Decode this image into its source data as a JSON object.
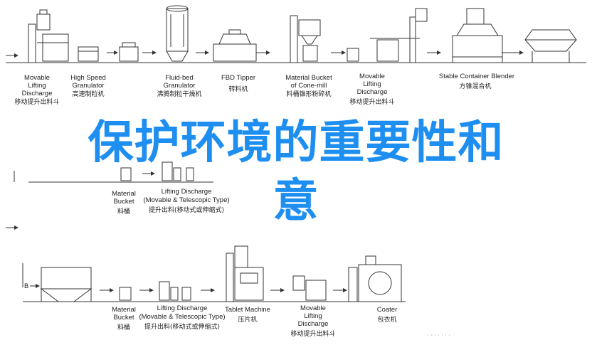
{
  "title": "保护环境的重要性和意",
  "title_lines": [
    "保护环境的重要性和",
    "意"
  ],
  "row_letters": {
    "b": "B"
  },
  "row1": [
    {
      "en": [
        "Movable",
        "Lifting",
        "Discharge"
      ],
      "cn": "移动提升出料斗"
    },
    {
      "en": [
        "High Speed",
        "Granulator"
      ],
      "cn": "高速制粒机"
    },
    {
      "en": [
        "Fluid-bed",
        "Granulator"
      ],
      "cn": "沸腾制粒干燥机"
    },
    {
      "en": [
        "FBD Tipper"
      ],
      "cn": "转料机"
    },
    {
      "en": [
        "Material Bucket",
        "of Cone-mill"
      ],
      "cn": "料桶锥形粉碎机"
    },
    {
      "en": [
        "Movable",
        "Lifting",
        "Discharge"
      ],
      "cn": "移动提升出料斗"
    },
    {
      "en": [
        "Stable Container Blender"
      ],
      "cn": "方锥混合机"
    }
  ],
  "row2": [
    {
      "en": [
        "Material",
        "Bucket"
      ],
      "cn": "料桶"
    },
    {
      "en": [
        "Lifting Discharge",
        "(Movable & Telescopic Type)"
      ],
      "cn": "提升出料(移动式或伸缩式)"
    }
  ],
  "row3": [
    {
      "en": [
        "Material",
        "Bucket"
      ],
      "cn": "料桶"
    },
    {
      "en": [
        "Lifting Discharge",
        "(Movable & Telescopic Type)"
      ],
      "cn": "提升出料(移动式或伸缩式)"
    },
    {
      "en": [
        "Tablet Machine"
      ],
      "cn": "压片机"
    },
    {
      "en": [
        "Movable",
        "Lifting",
        "Discharge"
      ],
      "cn": "移动提升出料斗"
    },
    {
      "en": [
        "Coater"
      ],
      "cn": "包衣机"
    }
  ]
}
